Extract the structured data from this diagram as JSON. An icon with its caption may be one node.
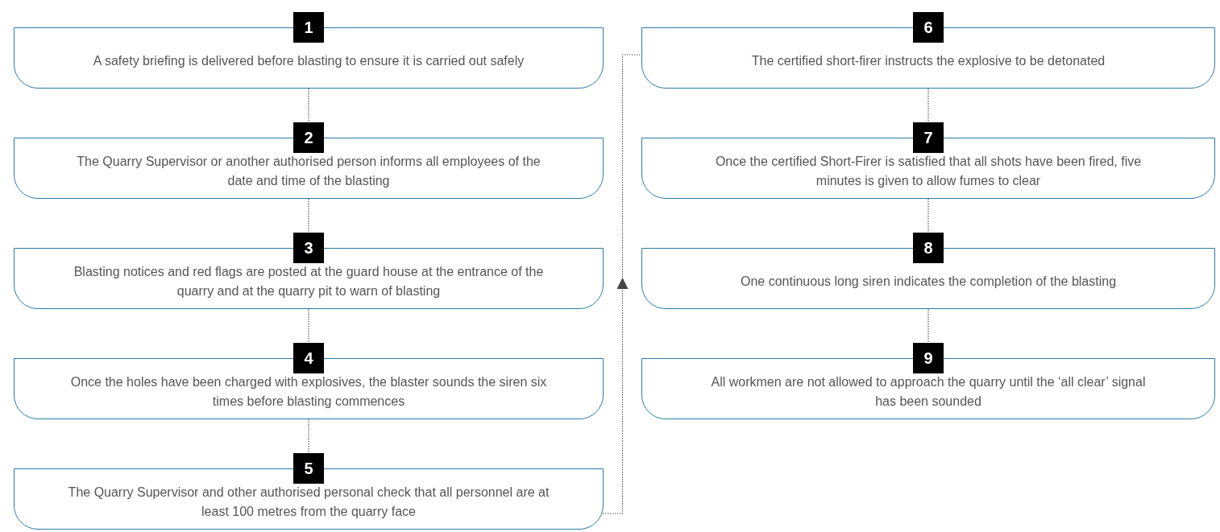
{
  "diagram": {
    "nodes": [
      {
        "text": [
          "1",
          "A safety briefing is delivered before blasting to ensure it is carried out safely"
        ]
      },
      {
        "text": [
          "2",
          "The Quarry Supervisor or another authorised person informs all employees of the date and time of the blasting"
        ]
      },
      {
        "text": [
          "3",
          "Blasting notices and red flags are posted at the guard house at the entrance of the quarry and at the quarry pit to warn of blasting"
        ]
      },
      {
        "text": [
          "4",
          "Once the holes have been charged with explosives, the blaster sounds the siren six times before blasting commences"
        ]
      },
      {
        "text": [
          "5",
          "The Quarry Supervisor and other authorised personal check that all personnel are at least 100 metres from the quarry face"
        ]
      },
      {
        "text": [
          "6",
          "The certified short-firer instructs the explosive to be detonated"
        ]
      },
      {
        "text": [
          "7",
          "Once the certified Short-Firer is satisfied that all shots have been fired, five minutes is given to allow fumes to clear"
        ]
      },
      {
        "text": [
          "8",
          "One continuous long siren indicates the completion of the blasting"
        ]
      },
      {
        "text": [
          "9",
          "All workmen are not allowed to approach the quarry until the ‘all clear’ signal has been sounded"
        ]
      }
    ],
    "edges": [
      {
        "from": 0,
        "to": 1,
        "arrow": "none"
      },
      {
        "from": 1,
        "to": 2,
        "arrow": "none"
      },
      {
        "from": 2,
        "to": 3,
        "arrow": "none"
      },
      {
        "from": 3,
        "to": 4,
        "arrow": "none"
      },
      {
        "from": 4,
        "to": 5,
        "arrow": "to"
      },
      {
        "from": 5,
        "to": 6,
        "arrow": "none"
      },
      {
        "from": 6,
        "to": 7,
        "arrow": "none"
      },
      {
        "from": 7,
        "to": 8,
        "arrow": "none"
      }
    ]
  }
}
